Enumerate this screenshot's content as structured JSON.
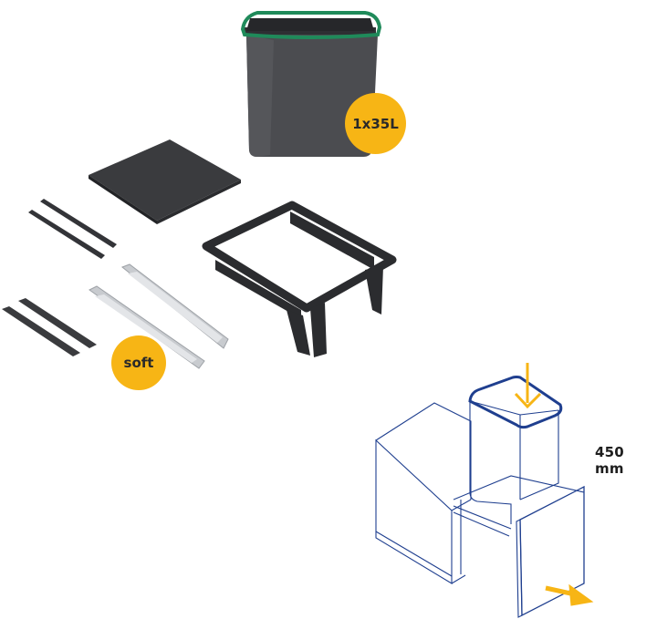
{
  "product": {
    "bin_badge": "1x35L",
    "slides_badge": "soft",
    "dimension_label": "450 mm"
  },
  "colors": {
    "badge": "#f7b515",
    "bin_body": "#4a4b4f",
    "bin_rim": "#1f8a5a",
    "frame": "#2b2c2f",
    "diagram_line": "#1f3f8f",
    "arrow": "#f7b515"
  },
  "components": [
    {
      "name": "waste-bin",
      "label": "1x35L"
    },
    {
      "name": "base-panel"
    },
    {
      "name": "mounting-strips-short"
    },
    {
      "name": "mounting-strips-long"
    },
    {
      "name": "drawer-slides",
      "label": "soft"
    },
    {
      "name": "bin-frame"
    }
  ]
}
